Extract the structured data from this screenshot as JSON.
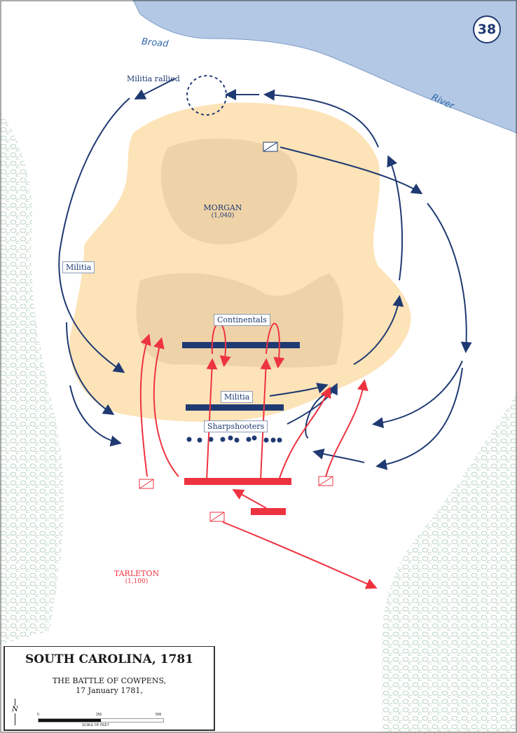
{
  "map_number": "38",
  "river": {
    "word1": "Broad",
    "word2": "River"
  },
  "labels": {
    "militia_rallied": "Militia rallied",
    "morgan": "MORGAN",
    "morgan_strength": "(1,040)",
    "militia_left": "Militia",
    "continentals": "Continentals",
    "militia": "Militia",
    "sharpshooters": "Sharpshooters",
    "tarleton": "TARLETON",
    "tarleton_strength": "(1,100)"
  },
  "legend": {
    "title": "SOUTH CAROLINA, 1781",
    "subtitle": "THE BATTLE OF COWPENS,",
    "date": "17 January 1781,",
    "north": "N",
    "scale_ticks": [
      "0",
      "250",
      "500"
    ],
    "scale_label": "SCALE OF FEET"
  },
  "colors": {
    "american": "#1f3a72",
    "british": "#ee3340",
    "river": "#b3c8e4",
    "terrain": "#fde3b8",
    "hill": "#efd3a8"
  }
}
